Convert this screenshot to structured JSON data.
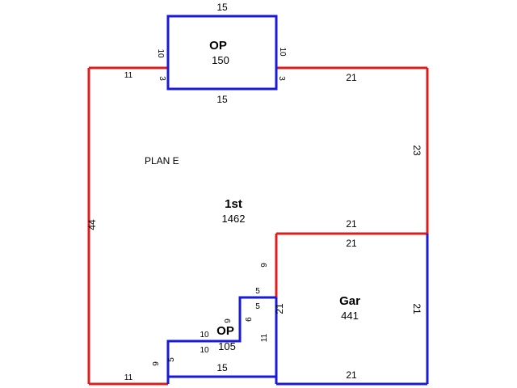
{
  "colors": {
    "living_outline": "#dd1c1c",
    "porch_garage_outline": "#1a1ad6",
    "living_label": "#d61c1c",
    "porch_garage_label": "#1a1ad6",
    "dimension_text": "#000000",
    "background": "#ffffff"
  },
  "note": "PLAN E",
  "areas": {
    "first": {
      "name": "1st",
      "value": "1462"
    },
    "op_top": {
      "name": "OP",
      "value": "150"
    },
    "garage": {
      "name": "Gar",
      "value": "441"
    },
    "op_bottom": {
      "name": "OP",
      "value": "105"
    }
  },
  "dimensions": {
    "op_top_top": "15",
    "op_top_bottom": "15",
    "op_top_left": "10",
    "op_top_right": "10",
    "op_top_left_small": "3",
    "op_top_right_small": "3",
    "first_top_left": "11",
    "first_top_right": "21",
    "first_right": "23",
    "first_left": "44",
    "first_bottom_left": "11",
    "first_notch_right": "9",
    "gar_top_outer": "21",
    "gar_top_inner": "21",
    "gar_left": "21",
    "gar_right": "21",
    "gar_bottom": "21",
    "step_top": "5",
    "step_inner": "5",
    "step_vert_left": "9",
    "step_vert_right": "9",
    "step_lower": "11",
    "op_bot_top_outer": "10",
    "op_bot_top_inner": "10",
    "op_bot_left": "9",
    "op_bot_left_small": "5",
    "op_bot_bottom": "15"
  }
}
